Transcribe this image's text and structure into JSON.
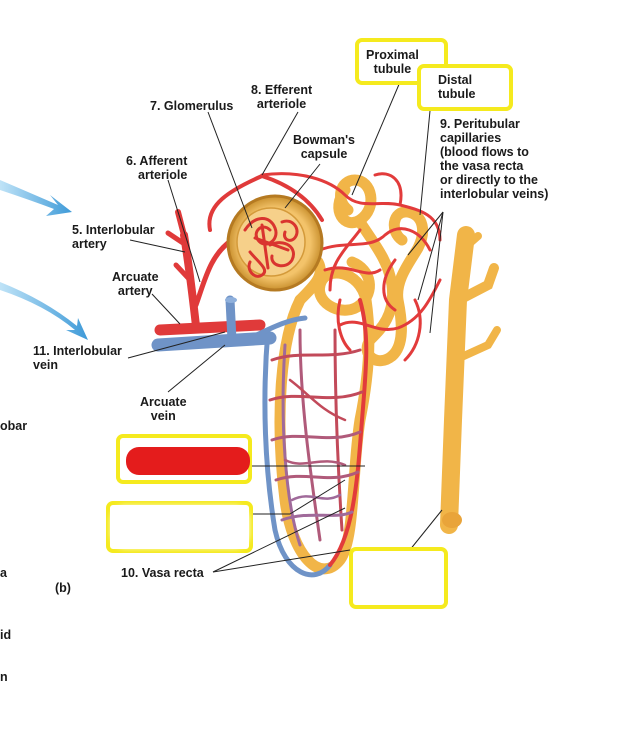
{
  "labels": {
    "proximal_tubule": "Proximal\ntubule",
    "distal_tubule": "Distal\ntubule",
    "efferent_arteriole": "8. Efferent\narteriole",
    "glomerulus": "7. Glomerulus",
    "bowmans_capsule": "Bowman's\ncapsule",
    "peritubular_capillaries": "9. Peritubular\ncapillaries\n(blood flows to\nthe vasa recta\nor directly to the\ninterlobular veins)",
    "afferent_arteriole": "6. Afferent\narteriole",
    "interlobular_artery": "5. Interlobular\nartery",
    "arcuate_artery": "Arcuate\nartery",
    "interlobular_vein": "11. Interlobular\nvein",
    "arcuate_vein": "Arcuate\nvein",
    "vasa_recta": "10. Vasa recta",
    "panel_b": "(b)"
  },
  "cropped_fragments": {
    "obar": "obar",
    "a": "a",
    "id": "id",
    "n": "n"
  },
  "colors": {
    "highlight_box": "#f5ea1e",
    "artery": "#e03a3a",
    "vein": "#6f93c7",
    "tubule": "#f1b548",
    "redacted_fill": "#e41c1c",
    "arrow": "#4aa3dc"
  }
}
